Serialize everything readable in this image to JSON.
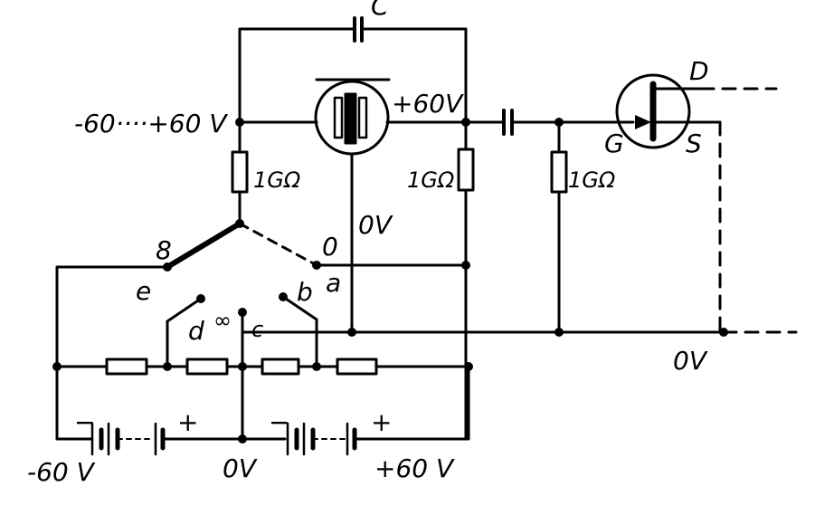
{
  "labels": {
    "input_range": "-60····+60 V",
    "plus60_tube": "+60V",
    "cap_top": "C",
    "r_left": "1GΩ",
    "r_mid": "1GΩ",
    "r_right": "1GΩ",
    "zero_v_tube": "0V",
    "zero_v_right": "0V",
    "zero_v_bottom": "0V",
    "minus60_bottom": "-60 V",
    "plus60_bottom": "+60 V",
    "sw_8": "8",
    "sw_0": "0",
    "sw_a": "a",
    "sw_b": "b",
    "sw_c": "c",
    "sw_d": "d",
    "sw_e": "e",
    "infinity": "∞",
    "fet_d": "D",
    "fet_g": "G",
    "fet_s": "S",
    "batt_minus_left": "−",
    "batt_plus_left": "+",
    "batt_minus_right": "−",
    "batt_plus_right": "+"
  }
}
